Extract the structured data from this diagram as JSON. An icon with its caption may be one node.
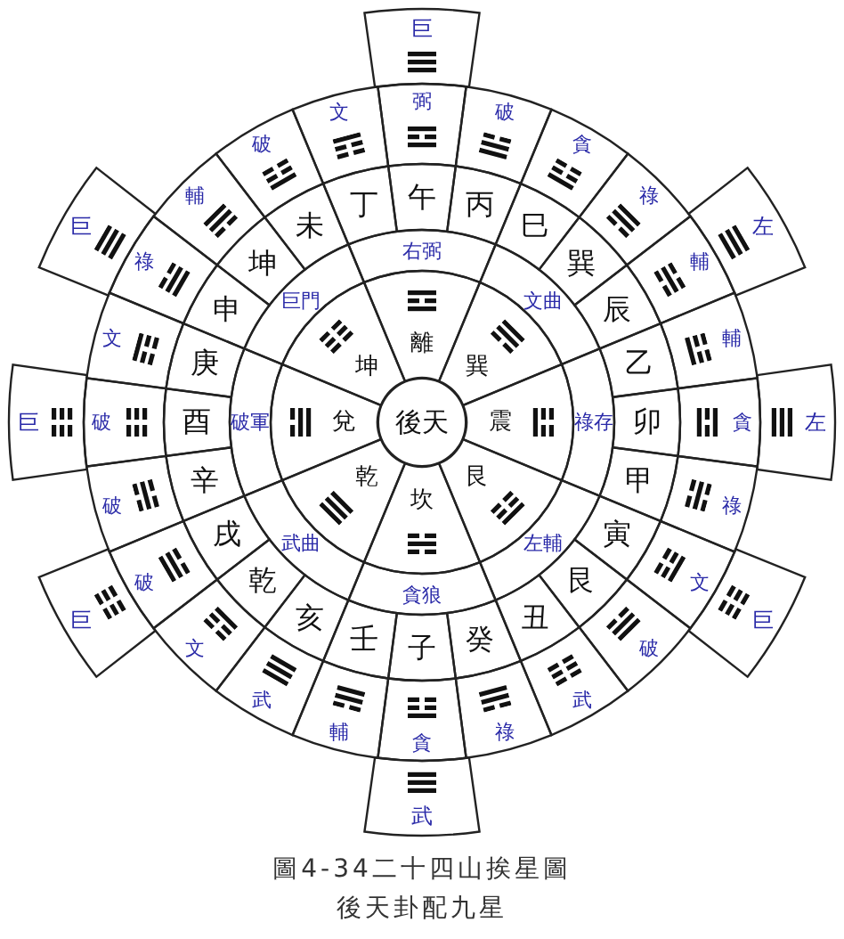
{
  "diagram": {
    "caption": "圖4-34二十四山挨星圖",
    "nodes": [
      {
        "text": [
          "後天"
        ]
      },
      {
        "text": [
          "離"
        ]
      },
      {
        "text": [
          "巽"
        ]
      },
      {
        "text": [
          "震"
        ]
      },
      {
        "text": [
          "艮"
        ]
      },
      {
        "text": [
          "坎"
        ]
      },
      {
        "text": [
          "乾"
        ]
      },
      {
        "text": [
          "兌"
        ]
      },
      {
        "text": [
          "坤"
        ]
      },
      {
        "text": [
          "右弼"
        ]
      },
      {
        "text": [
          "文曲"
        ]
      },
      {
        "text": [
          "祿存"
        ]
      },
      {
        "text": [
          "左輔"
        ]
      },
      {
        "text": [
          "貪狼"
        ]
      },
      {
        "text": [
          "武曲"
        ]
      },
      {
        "text": [
          "破軍"
        ]
      },
      {
        "text": [
          "巨門"
        ]
      },
      {
        "text": [
          "午"
        ]
      },
      {
        "text": [
          "丙"
        ]
      },
      {
        "text": [
          "巳"
        ]
      },
      {
        "text": [
          "巽"
        ]
      },
      {
        "text": [
          "辰"
        ]
      },
      {
        "text": [
          "乙"
        ]
      },
      {
        "text": [
          "卯"
        ]
      },
      {
        "text": [
          "甲"
        ]
      },
      {
        "text": [
          "寅"
        ]
      },
      {
        "text": [
          "艮"
        ]
      },
      {
        "text": [
          "丑"
        ]
      },
      {
        "text": [
          "癸"
        ]
      },
      {
        "text": [
          "子"
        ]
      },
      {
        "text": [
          "壬"
        ]
      },
      {
        "text": [
          "亥"
        ]
      },
      {
        "text": [
          "乾"
        ]
      },
      {
        "text": [
          "戌"
        ]
      },
      {
        "text": [
          "辛"
        ]
      },
      {
        "text": [
          "酉"
        ]
      },
      {
        "text": [
          "庚"
        ]
      },
      {
        "text": [
          "申"
        ]
      },
      {
        "text": [
          "坤"
        ]
      },
      {
        "text": [
          "未"
        ]
      },
      {
        "text": [
          "丁"
        ]
      },
      {
        "text": [
          "弼"
        ]
      },
      {
        "text": [
          "破"
        ]
      },
      {
        "text": [
          "貪"
        ]
      },
      {
        "text": [
          "祿"
        ]
      },
      {
        "text": [
          "輔"
        ]
      },
      {
        "text": [
          "輔"
        ]
      },
      {
        "text": [
          "貪"
        ]
      },
      {
        "text": [
          "祿"
        ]
      },
      {
        "text": [
          "文"
        ]
      },
      {
        "text": [
          "破"
        ]
      },
      {
        "text": [
          "武"
        ]
      },
      {
        "text": [
          "祿"
        ]
      },
      {
        "text": [
          "貪"
        ]
      },
      {
        "text": [
          "輔"
        ]
      },
      {
        "text": [
          "武"
        ]
      },
      {
        "text": [
          "文"
        ]
      },
      {
        "text": [
          "破"
        ]
      },
      {
        "text": [
          "破"
        ]
      },
      {
        "text": [
          "破"
        ]
      },
      {
        "text": [
          "文"
        ]
      },
      {
        "text": [
          "祿"
        ]
      },
      {
        "text": [
          "輔"
        ]
      },
      {
        "text": [
          "破"
        ]
      },
      {
        "text": [
          "文"
        ]
      },
      {
        "text": [
          "巨"
        ]
      },
      {
        "text": [
          "左"
        ]
      },
      {
        "text": [
          "左"
        ]
      },
      {
        "text": [
          "巨"
        ]
      },
      {
        "text": [
          "武"
        ]
      },
      {
        "text": [
          "巨"
        ]
      },
      {
        "text": [
          "巨"
        ]
      },
      {
        "text": [
          "巨"
        ]
      }
    ],
    "labels": [
      "後天卦配九星"
    ]
  }
}
